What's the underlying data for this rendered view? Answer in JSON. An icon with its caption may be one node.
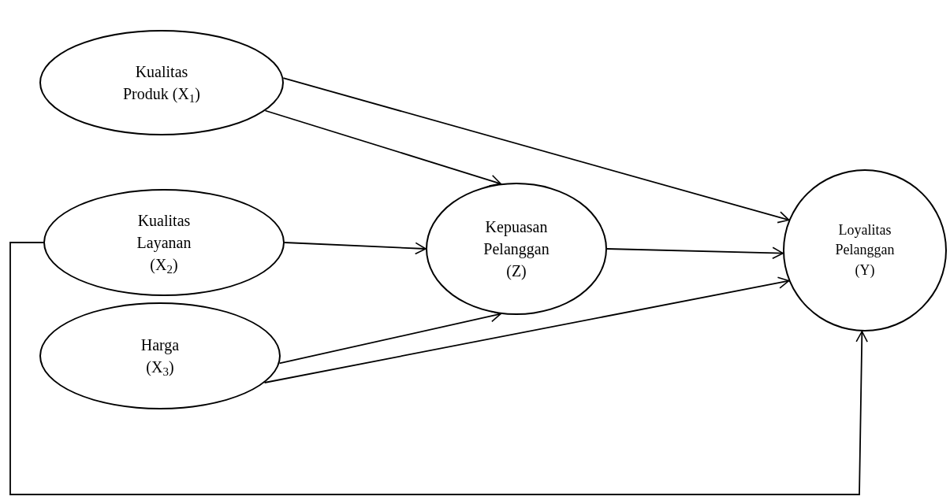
{
  "diagram": {
    "nodes": [
      {
        "text": [
          "Kualitas Produk (X$_{1}$)"
        ]
      },
      {
        "text": [
          "Kualitas Layanan (X$_{2}$)"
        ]
      },
      {
        "text": [
          "Harga (X$_{3}$)"
        ]
      },
      {
        "text": [
          "Kepuasan Pelanggan (Z)"
        ]
      },
      {
        "text": [
          "Loyalitas Pelanggan (Y)"
        ]
      }
    ],
    "edges": [
      {
        "from": 0,
        "to": 3,
        "arrow": "to"
      },
      {
        "from": 0,
        "to": 4,
        "arrow": "to"
      },
      {
        "from": 1,
        "to": 3,
        "arrow": "to"
      },
      {
        "from": 3,
        "to": 4,
        "arrow": "to"
      },
      {
        "from": 2,
        "to": 3,
        "arrow": "to"
      },
      {
        "from": 2,
        "to": 4,
        "arrow": "to"
      },
      {
        "from": 1,
        "to": 4,
        "arrow": "to"
      }
    ]
  }
}
